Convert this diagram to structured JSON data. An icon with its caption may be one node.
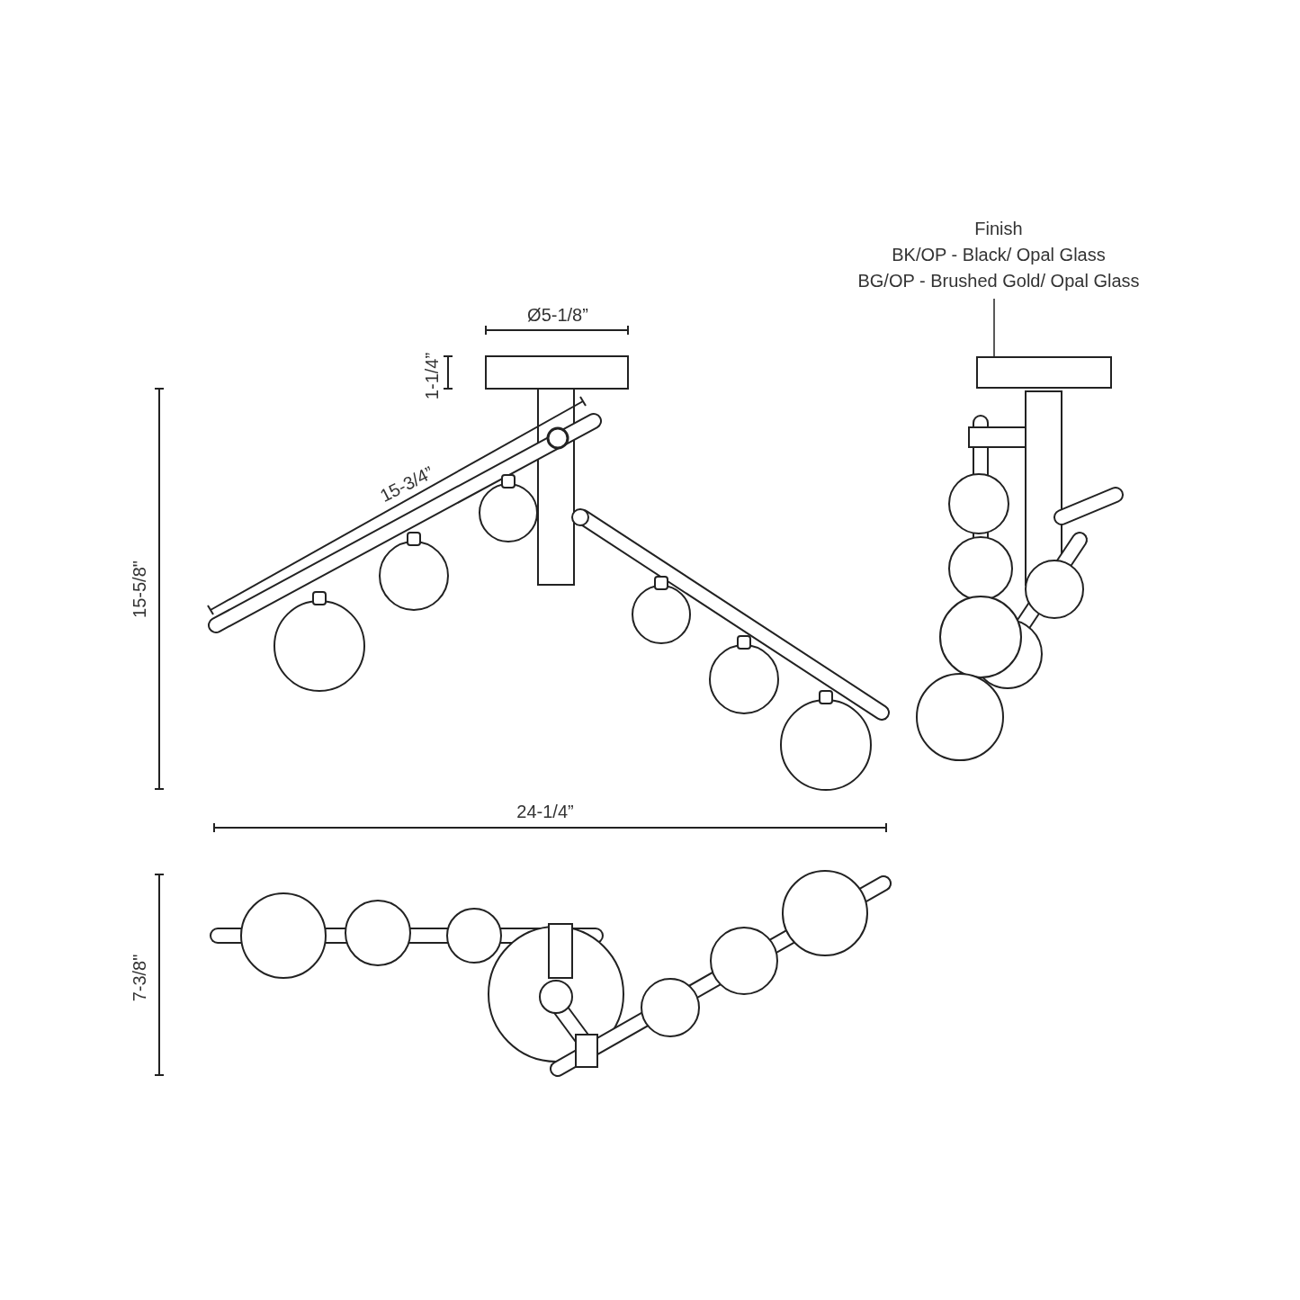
{
  "diagram": {
    "nodes": [
      {
        "text": [
          "Finish",
          "BK/OP - Black/ Opal Glass",
          "BG/OP - Brushed Gold/ Opal Glass"
        ]
      },
      {
        "text": [],
        "shape": "box"
      }
    ],
    "edges": [
      {
        "from": 0,
        "to": 1,
        "arrow": "none"
      }
    ],
    "labels": [
      "Ø5-1/8”",
      "1-1/4”",
      "15-3/4”",
      "15-5/8\"",
      "24-1/4”",
      "7-3/8\""
    ]
  }
}
